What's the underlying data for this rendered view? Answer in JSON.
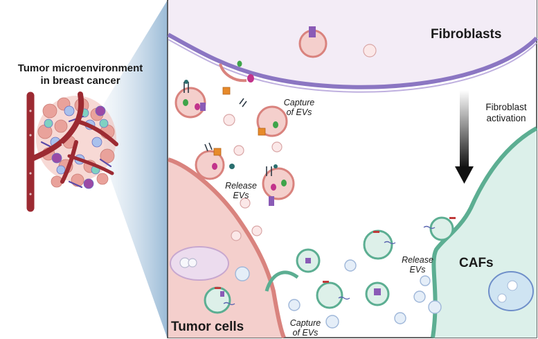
{
  "title_line1": "Tumor microenvironment",
  "title_line2": "in breast cancer",
  "labels": {
    "fibroblasts": "Fibroblasts",
    "activation_line1": "Fibroblast",
    "activation_line2": "activation",
    "cafs": "CAFs",
    "tumor_cells": "Tumor cells",
    "capture_top_line1": "Capture",
    "capture_top_line2": "of EVs",
    "release_left_line1": "Release",
    "release_left_line2": "EVs",
    "release_right_line1": "Release",
    "release_right_line2": "EVs",
    "capture_bottom_line1": "Capture",
    "capture_bottom_line2": "of EVs"
  },
  "colors": {
    "fibroblast_fill": "#f3ecf6",
    "fibroblast_membrane": "#8b76c2",
    "tumor_fill": "#f4cfcc",
    "tumor_membrane": "#d9837e",
    "caf_fill": "#dcf0ea",
    "caf_membrane": "#5cae92",
    "vessel": "#9c2a32",
    "arrow": "#111111"
  }
}
